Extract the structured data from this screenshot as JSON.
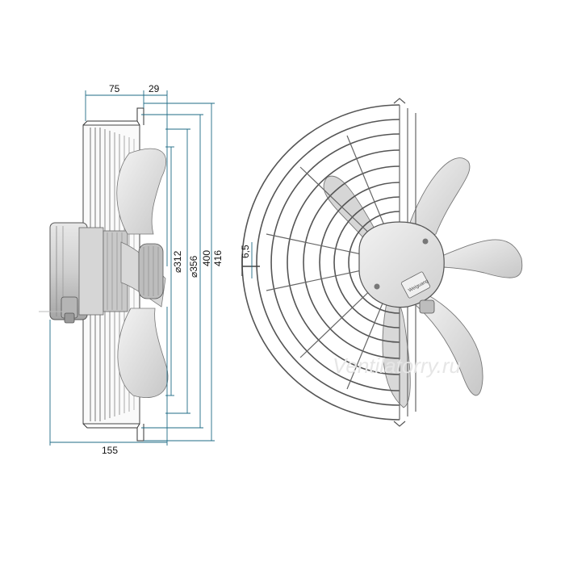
{
  "side_view": {
    "dim_top_left": "75",
    "dim_top_right": "29",
    "dim_bottom": "155",
    "dia_1": "⌀312",
    "dia_2": "⌀356",
    "dim_400": "400",
    "dim_416": "416"
  },
  "front_view": {
    "dim_mount": "6,5",
    "hub_brand": "Weiguang"
  },
  "watermark": "Ventilatorry.ru"
}
